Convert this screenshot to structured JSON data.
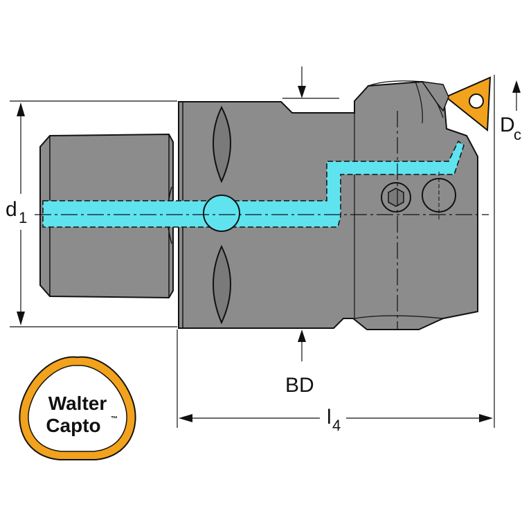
{
  "colors": {
    "body_fill": "#8c8c8c",
    "body_dark": "#6f6f6f",
    "coolant": "#5fe3ef",
    "insert": "#f2a21c",
    "logo_ring": "#f2a21c",
    "line": "#111111"
  },
  "labels": {
    "d1_main": "d",
    "d1_sub": "1",
    "dc_main": "D",
    "dc_sub": "c",
    "bd": "BD",
    "l4_main": "l",
    "l4_sub": "4"
  },
  "logo": {
    "line1": "Walter",
    "line2": "Capto",
    "tm": "™"
  }
}
